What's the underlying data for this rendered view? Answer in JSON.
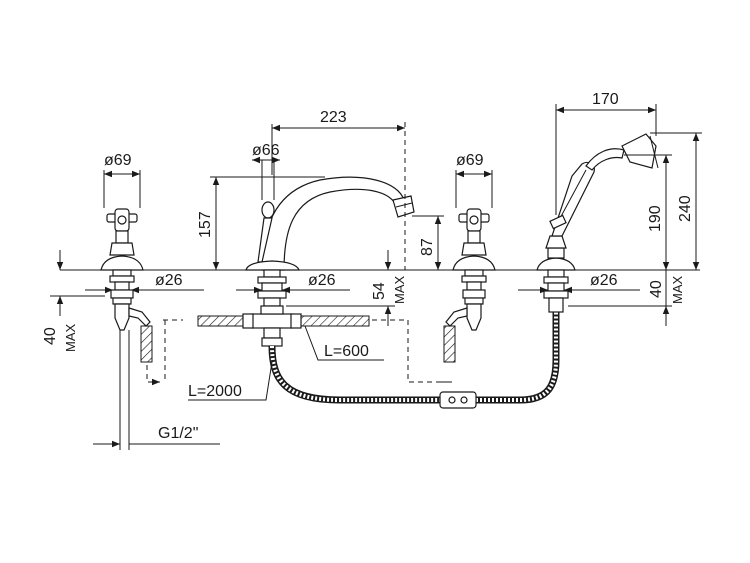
{
  "dimensions": {
    "left_handle_dia": "ø69",
    "spout_dia": "ø66",
    "spout_reach": "223",
    "right_handle_dia": "ø69",
    "shower_reach": "170",
    "spout_height": "157",
    "spout_outlet_height": "87",
    "shower_height": "190",
    "total_height": "240",
    "left_base_dia": "ø26",
    "center_base_dia": "ø26",
    "right_base_dia": "ø26",
    "left_deck_max_value": "40",
    "left_deck_max_label": "MAX",
    "center_deck_max_value": "54",
    "center_deck_max_label": "MAX",
    "right_deck_max_value": "40",
    "right_deck_max_label": "MAX",
    "hose_length_short": "L=600",
    "hose_length_long": "L=2000",
    "thread": "G1/2\""
  }
}
